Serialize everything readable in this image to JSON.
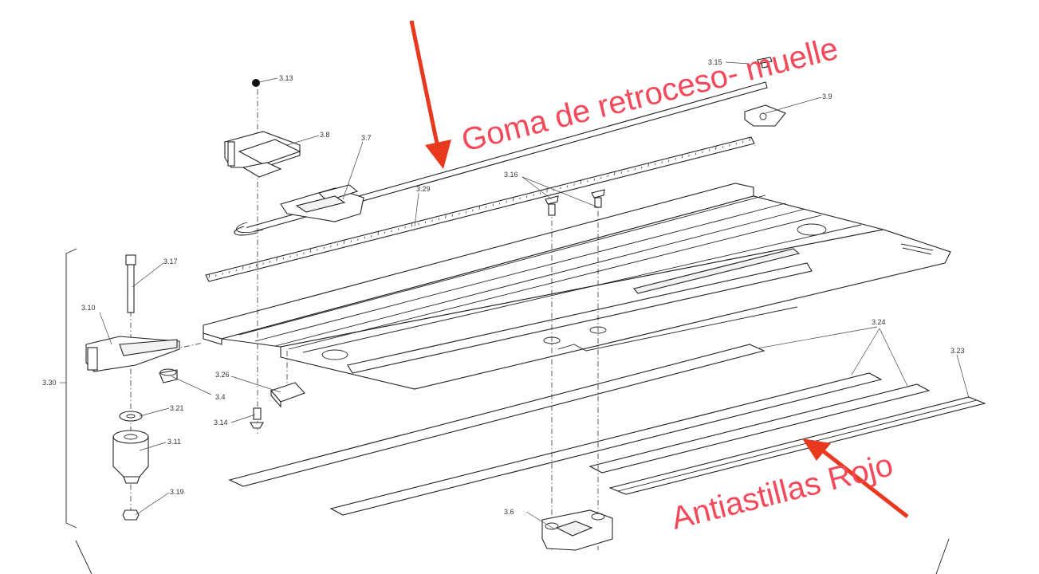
{
  "colors": {
    "annotation": "#f24a5a",
    "arrow": "#e8391f",
    "line": "#222222"
  },
  "annotations": {
    "spring": "Goma de retroceso- muelle",
    "antisplinter": "Antiastillas Rojo"
  },
  "labels": {
    "p3_4": "3.4",
    "p3_6": "3.6",
    "p3_7": "3.7",
    "p3_8": "3.8",
    "p3_9": "3.9",
    "p3_10": "3.10",
    "p3_11": "3.11",
    "p3_13": "3.13",
    "p3_14": "3.14",
    "p3_15": "3.15",
    "p3_16": "3.16",
    "p3_17": "3.17",
    "p3_19": "3.19",
    "p3_21": "3.21",
    "p3_23": "3.23",
    "p3_24": "3.24",
    "p3_26": "3.26",
    "p3_29": "3.29",
    "p3_30": "3.30"
  }
}
